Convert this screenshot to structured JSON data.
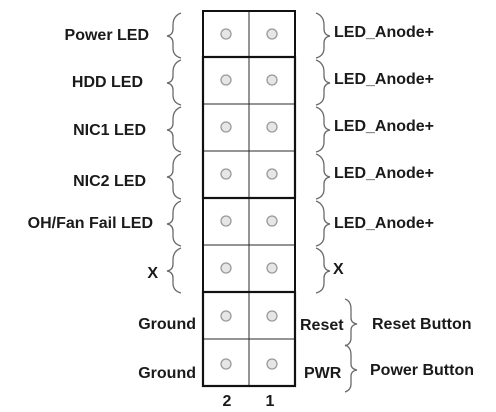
{
  "header": {
    "rows": [
      {
        "left": "Power LED",
        "right": "LED_Anode+"
      },
      {
        "left": "HDD LED",
        "right": "LED_Anode+"
      },
      {
        "left": "NIC1 LED",
        "right": "LED_Anode+"
      },
      {
        "left": "NIC2 LED",
        "right": "LED_Anode+"
      },
      {
        "left": "OH/Fan Fail LED",
        "right": "LED_Anode+"
      },
      {
        "left": "X",
        "right": "X"
      },
      {
        "left": "Ground",
        "right": "Reset",
        "function": "Reset Button"
      },
      {
        "left": "Ground",
        "right": "PWR",
        "function": "Power Button"
      }
    ],
    "pin_columns": [
      "2",
      "1"
    ]
  }
}
